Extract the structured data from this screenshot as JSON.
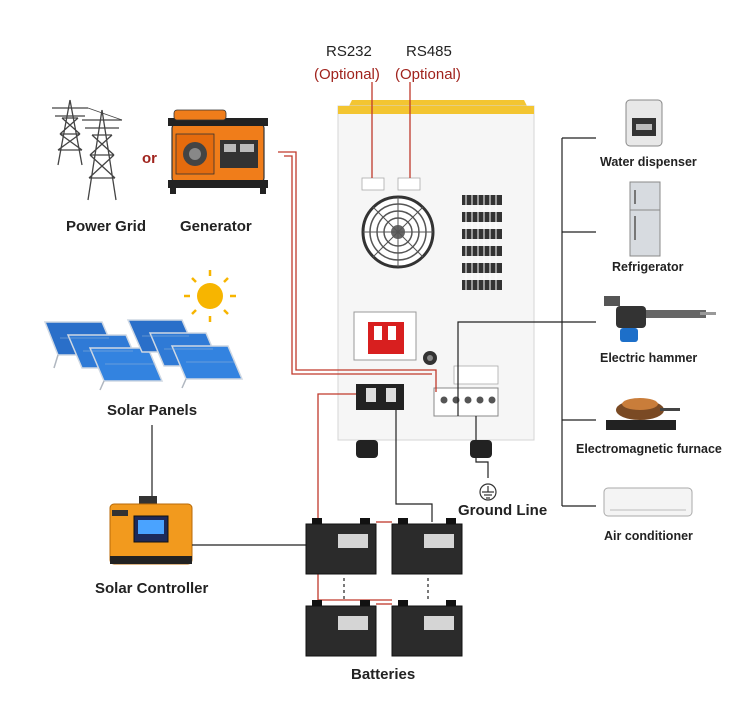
{
  "sources": {
    "power_grid": "Power Grid",
    "or": "or",
    "generator": "Generator"
  },
  "solar": {
    "panels": "Solar Panels",
    "controller": "Solar Controller"
  },
  "inverter": {
    "rs232": "RS232",
    "rs232_note": "(Optional)",
    "rs485": "RS485",
    "rs485_note": "(Optional)"
  },
  "ground": "Ground Line",
  "batteries": "Batteries",
  "appliances": [
    {
      "label": "Water dispenser",
      "icon": "water-dispenser-icon"
    },
    {
      "label": "Refrigerator",
      "icon": "refrigerator-icon"
    },
    {
      "label": "Electric hammer",
      "icon": "electric-hammer-icon"
    },
    {
      "label": "Electromagnetic furnace",
      "icon": "electromagnetic-furnace-icon"
    },
    {
      "label": "Air conditioner",
      "icon": "air-conditioner-icon"
    }
  ],
  "colors": {
    "ac_wire": "#c0392b",
    "dc_wire": "#222222",
    "accent_orange": "#f29a1e",
    "inverter_top": "#f3c531"
  }
}
